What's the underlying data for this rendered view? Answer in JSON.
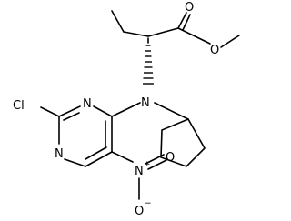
{
  "atoms": {
    "cl": "Cl",
    "n_ring_top": "N",
    "n_ring_bottom": "N",
    "n_amine": "N",
    "o_carbonyl": "O",
    "o_ester": "O",
    "n_nitro": "N",
    "n_nitro_charge": "+",
    "o_nitro_top": "O",
    "o_nitro_bottom": "O",
    "o_nitro_charge": "−"
  }
}
